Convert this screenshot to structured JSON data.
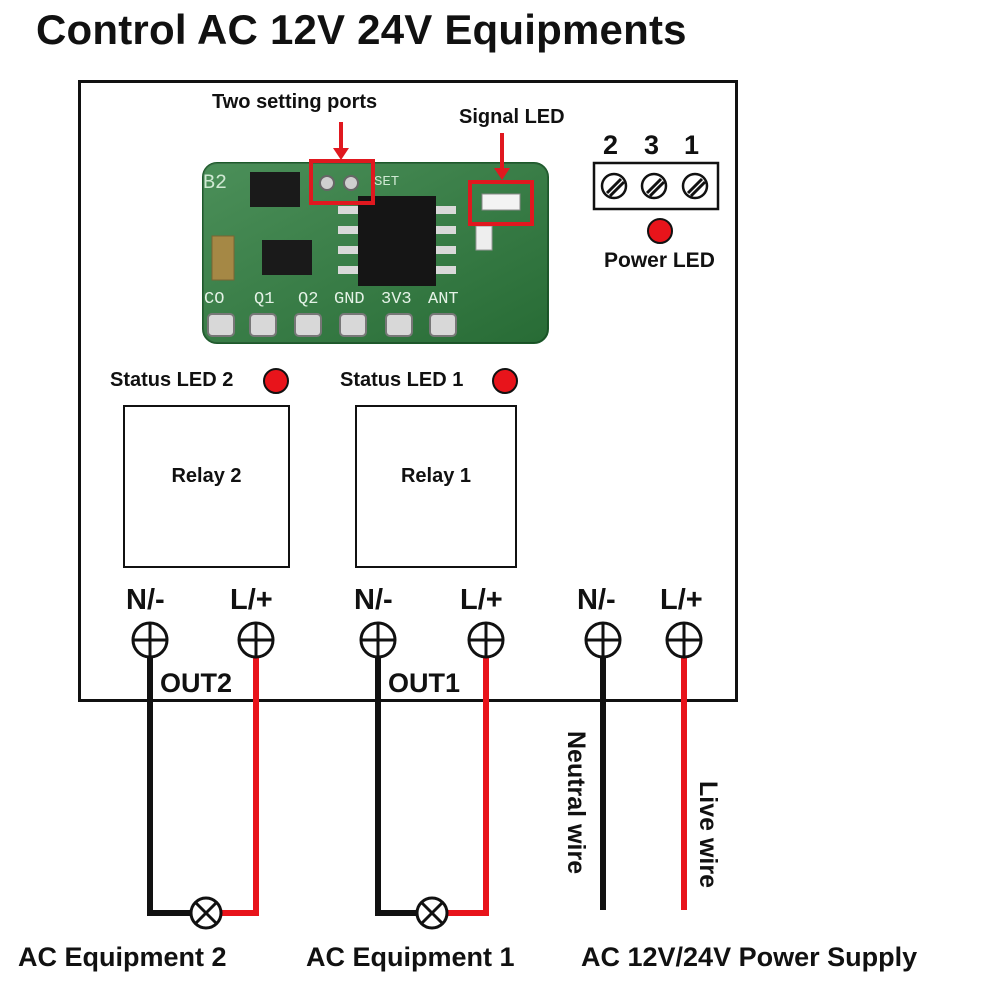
{
  "title": "Control AC 12V 24V Equipments",
  "annotations": {
    "setting_ports": "Two setting ports",
    "signal_led": "Signal LED",
    "power_led": "Power LED",
    "status_led_2": "Status LED 2",
    "status_led_1": "Status LED 1"
  },
  "pcb": {
    "silkscreen": [
      "CO",
      "Q1",
      "Q2",
      "GND",
      "3V3",
      "ANT"
    ],
    "corner_mark": "B2",
    "set_mark": "SET"
  },
  "connector": {
    "numbers": [
      "2",
      "3",
      "1"
    ]
  },
  "relays": [
    {
      "label": "Relay 2"
    },
    {
      "label": "Relay 1"
    }
  ],
  "terminals": {
    "out2": {
      "neutral": "N/-",
      "live": "L/+",
      "label": "OUT2"
    },
    "out1": {
      "neutral": "N/-",
      "live": "L/+",
      "label": "OUT1"
    },
    "power": {
      "neutral": "N/-",
      "live": "L/+"
    }
  },
  "wires": {
    "neutral": "Neutral wire",
    "live": "Live wire"
  },
  "bottom_labels": {
    "equipment_2": "AC Equipment 2",
    "equipment_1": "AC Equipment 1",
    "power_supply": "AC 12V/24V Power Supply"
  },
  "colors": {
    "live_wire": "#e8141b",
    "neutral_wire": "#111111",
    "pcb_green": "#2e7d3e",
    "led_red": "#e8141b",
    "highlight_box": "#e0181f"
  }
}
